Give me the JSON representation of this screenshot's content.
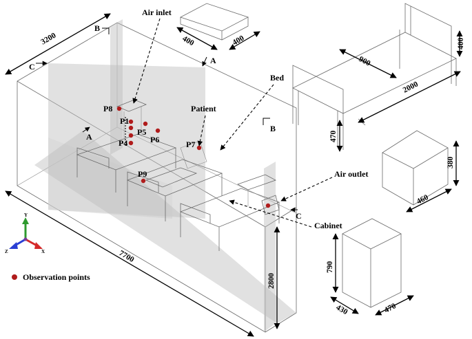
{
  "labels": {
    "air_inlet": "Air inlet",
    "air_outlet": "Air outlet",
    "bed": "Bed",
    "patient": "Patient",
    "cabinet": "Cabinet"
  },
  "section_marks": {
    "a": "A",
    "b": "B",
    "c": "C"
  },
  "observation_points": [
    "P1",
    "P4",
    "P5",
    "P6",
    "P7",
    "P8",
    "P9"
  ],
  "dimensions": {
    "room_width": "3200",
    "room_length": "7700",
    "room_height": "2800",
    "inlet_x": "400",
    "inlet_y": "400",
    "bed_width": "900",
    "bed_length": "2000",
    "bed_height": "470",
    "bed_rail": "400",
    "outlet_height": "380",
    "outlet_width": "460",
    "cabinet_height": "790",
    "cabinet_depth": "430",
    "cabinet_width": "470"
  },
  "axis_labels": {
    "x": "X",
    "y": "Y",
    "z": "Z"
  },
  "legend": {
    "text": "Observation points",
    "marker_color": "#b01c1c"
  },
  "colors": {
    "observation_point": "#b01c1c",
    "axis_x": "#d42a2a",
    "axis_y": "#2e9a2e",
    "axis_z": "#2a3fd4"
  }
}
